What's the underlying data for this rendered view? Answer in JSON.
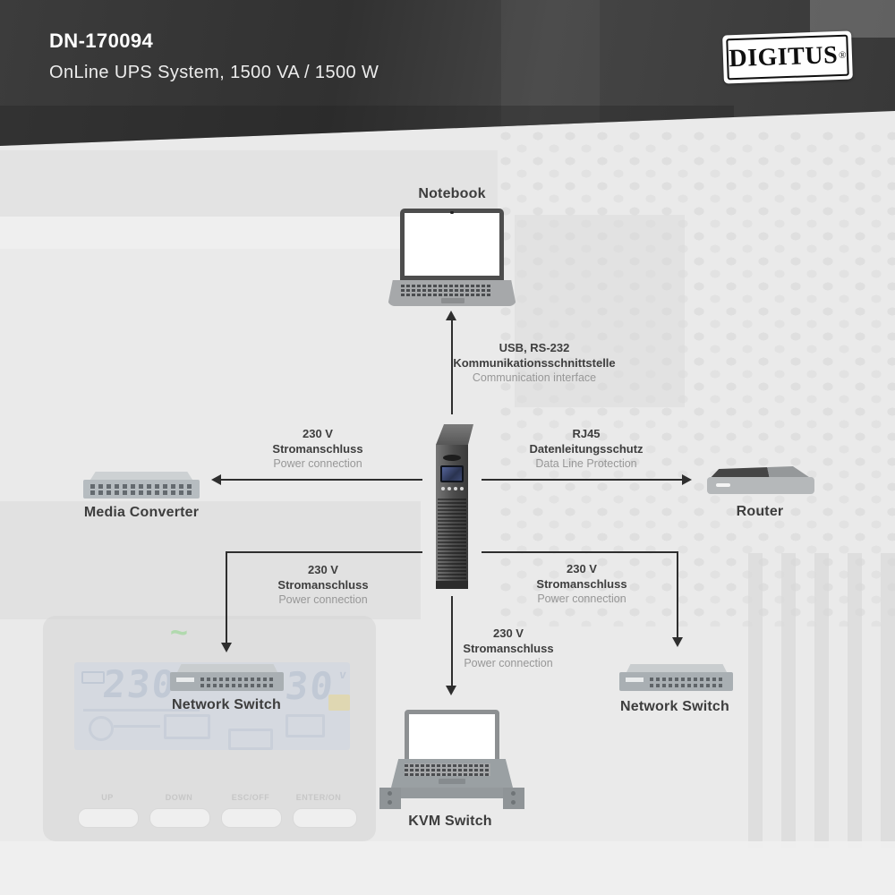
{
  "header": {
    "model": "DN-170094",
    "subtitle": "OnLine UPS System, 1500 VA / 1500 W",
    "logo": {
      "text": "DIGITUS",
      "registered": "®"
    }
  },
  "devices": {
    "notebook": {
      "label": "Notebook"
    },
    "media_converter": {
      "label": "Media Converter"
    },
    "router": {
      "label": "Router"
    },
    "network_switch_left": {
      "label": "Network Switch"
    },
    "network_switch_right": {
      "label": "Network Switch"
    },
    "kvm_switch": {
      "label": "KVM Switch"
    }
  },
  "connections": {
    "top": {
      "line1": "USB, RS-232",
      "line2": "Kommunikationsschnittstelle",
      "line3": "Communication interface"
    },
    "left": {
      "line1": "230 V",
      "line2": "Stromanschluss",
      "line3": "Power connection"
    },
    "right": {
      "line1": "RJ45",
      "line2": "Datenleitungsschutz",
      "line3": "Data Line Protection"
    },
    "bottom_left": {
      "line1": "230 V",
      "line2": "Stromanschluss",
      "line3": "Power connection"
    },
    "bottom_center": {
      "line1": "230 V",
      "line2": "Stromanschluss",
      "line3": "Power connection"
    },
    "bottom_right": {
      "line1": "230 V",
      "line2": "Stromanschluss",
      "line3": "Power connection"
    }
  },
  "background": {
    "control_panel": {
      "display_left": "230",
      "display_right": "30",
      "display_unit": "v",
      "buttons": [
        "UP",
        "DOWN",
        "ESC/OFF",
        "ENTER/ON"
      ]
    }
  },
  "colors": {
    "header_bg": "#383838",
    "arrow": "#2e2e2e",
    "label_dark": "#3d3d3d",
    "label_light": "#979797",
    "page_bg": "#eaeaea",
    "ups_body": "#4c4c4c",
    "lcd_tint": "#c9d0da"
  }
}
